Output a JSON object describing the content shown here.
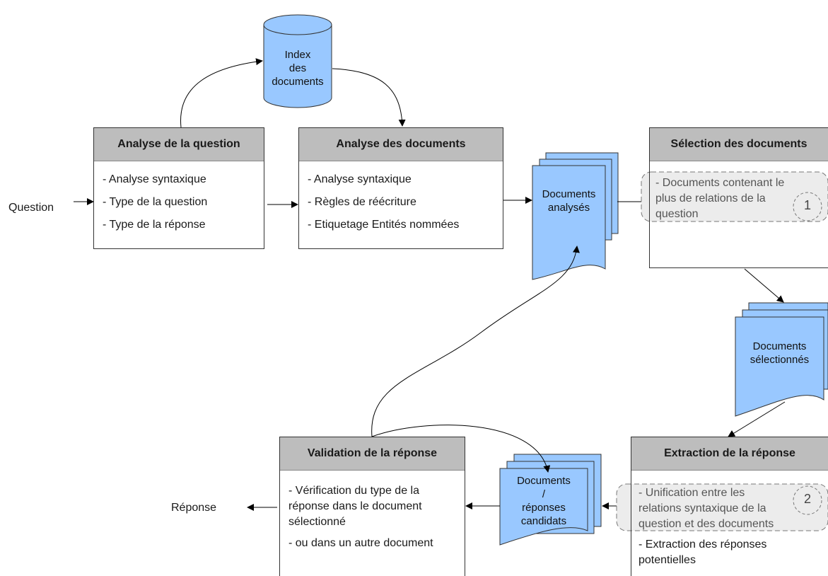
{
  "inputs": {
    "question": "Question",
    "reponse": "Réponse"
  },
  "index": {
    "line1": "Index",
    "line2": "des",
    "line3": "documents"
  },
  "analyse_question": {
    "title": "Analyse de la question",
    "items": [
      "- Analyse syntaxique",
      "- Type de la question",
      "- Type de la réponse"
    ]
  },
  "analyse_documents": {
    "title": "Analyse des documents",
    "items": [
      "- Analyse syntaxique",
      "- Règles de réécriture",
      "- Etiquetage Entités nommées"
    ]
  },
  "selection": {
    "title": "Sélection des documents",
    "note_lines": [
      "- Documents contenant le",
      "plus de relations de la",
      "question"
    ],
    "badge": "1"
  },
  "extraction": {
    "title": "Extraction de la réponse",
    "note_lines": [
      "- Unification entre les",
      "relations syntaxique de la",
      "question et des documents"
    ],
    "badge": "2",
    "items": [
      "- Extraction des réponses",
      "potentielles"
    ]
  },
  "validation": {
    "title": "Validation de la réponse",
    "items": [
      "- Vérification du type de la",
      "réponse dans le document",
      "sélectionné",
      "- ou dans un autre document"
    ]
  },
  "docs_analyses": {
    "line1": "Documents",
    "line2": "analysés"
  },
  "docs_selectionnes": {
    "line1": "Documents",
    "line2": "sélectionnés"
  },
  "docs_candidats": {
    "line1": "Documents",
    "line2": "/",
    "line3": "réponses",
    "line4": "candidats"
  },
  "colors": {
    "doc_fill": "#99c8ff",
    "header_fill": "#bdbdbd",
    "note_fill": "#ececec"
  }
}
